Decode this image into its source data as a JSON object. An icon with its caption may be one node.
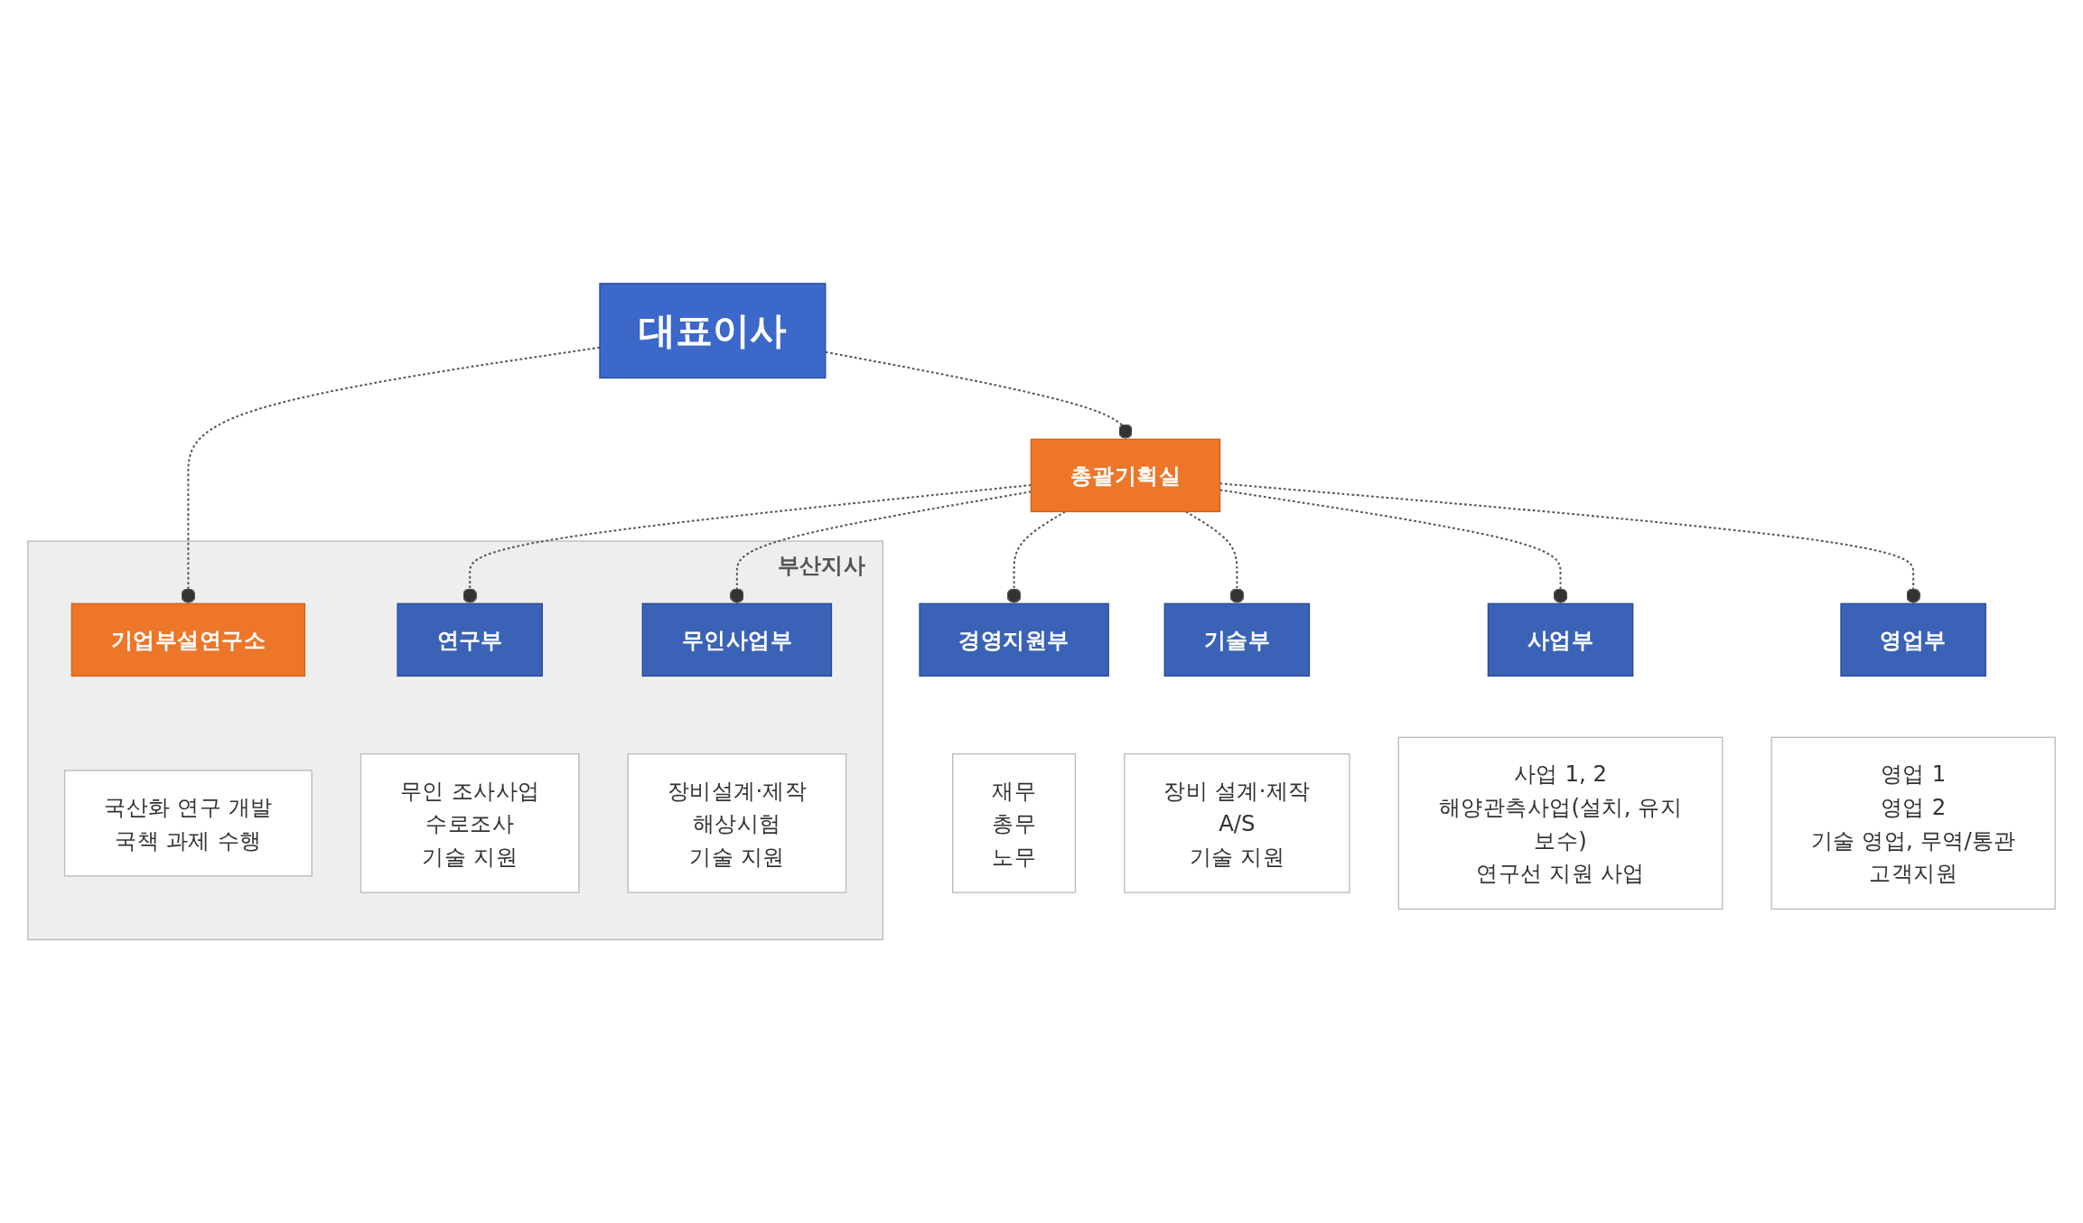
{
  "diagram": {
    "nodes": [
      {
        "text": [
          "대표이사"
        ]
      },
      {
        "text": [
          "부산지사"
        ]
      },
      {
        "text": [
          "총괄기획실"
        ]
      },
      {
        "text": [
          "기업부설연구소"
        ],
        "in": 1
      },
      {
        "text": [
          "국산화 연구 개발",
          "국책 과제 수행"
        ],
        "in": 1
      },
      {
        "text": [
          "경영지원부"
        ]
      },
      {
        "text": [
          "재무",
          "총무",
          "노무"
        ]
      },
      {
        "text": [
          "기술부"
        ]
      },
      {
        "text": [
          "장비 설계·제작",
          "A/S",
          "기술 지원"
        ]
      },
      {
        "text": [
          "사업부"
        ]
      },
      {
        "text": [
          "사업 1, 2",
          "해양관측사업(설치, 유지보수)",
          "연구선 지원 사업"
        ]
      },
      {
        "text": [
          "영업부"
        ]
      },
      {
        "text": [
          "영업 1",
          "영업 2",
          "기술 영업, 무역/통관",
          "고객지원"
        ]
      },
      {
        "text": [
          "연구부"
        ],
        "in": 1
      },
      {
        "text": [
          "무인 조사사업",
          "수로조사",
          "기술 지원"
        ],
        "in": 1
      },
      {
        "text": [
          "무인사업부"
        ],
        "in": 1
      },
      {
        "text": [
          "장비설계·제작",
          "해상시험",
          "기술 지원"
        ],
        "in": 1
      }
    ],
    "edges": [
      {
        "from": 0,
        "to": 2,
        "arrow": "other",
        "style": "dashed"
      },
      {
        "from": 0,
        "to": 3,
        "arrow": "other",
        "style": "dashed"
      },
      {
        "from": 2,
        "to": 5,
        "arrow": "other",
        "style": "dashed"
      },
      {
        "from": 2,
        "to": 7,
        "arrow": "other",
        "style": "dashed"
      },
      {
        "from": 2,
        "to": 9,
        "arrow": "other",
        "style": "dashed"
      },
      {
        "from": 2,
        "to": 11,
        "arrow": "other",
        "style": "dashed"
      },
      {
        "from": 2,
        "to": 13,
        "arrow": "other",
        "style": "dashed"
      },
      {
        "from": 2,
        "to": 15,
        "arrow": "other",
        "style": "dashed"
      }
    ]
  }
}
